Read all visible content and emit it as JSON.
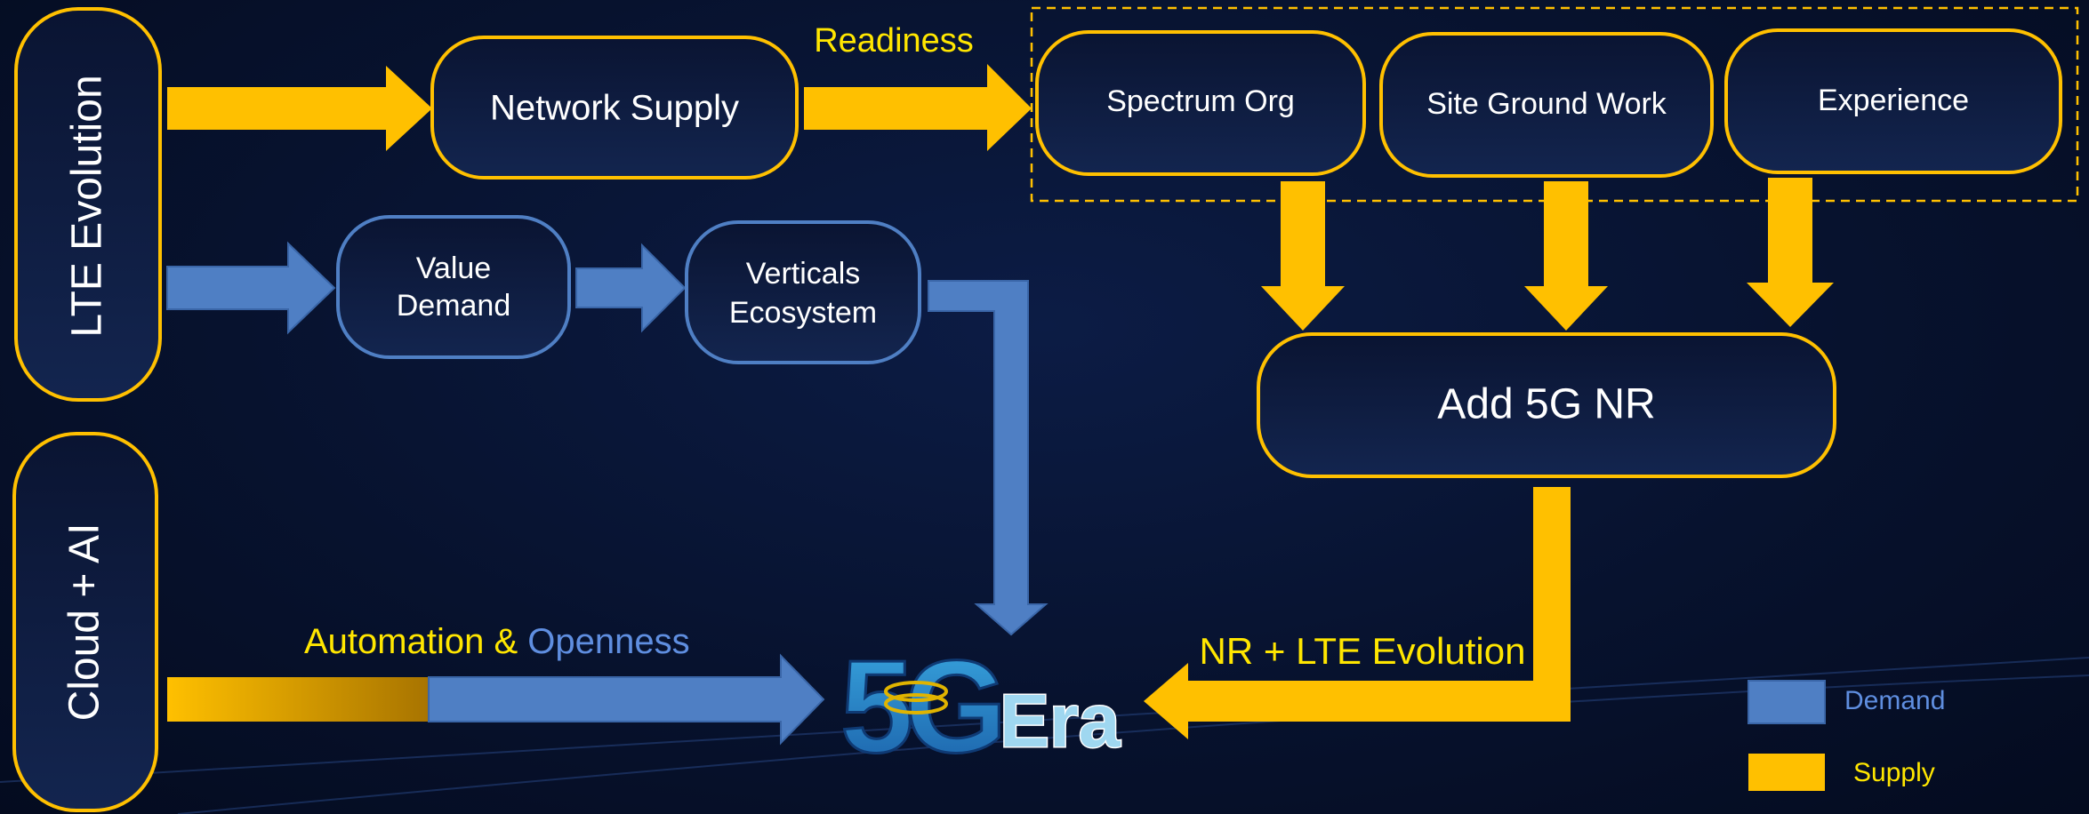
{
  "colors": {
    "supply": "#ffc000",
    "demand": "#4f7fc4",
    "box_fill": "#0a1840",
    "label_yellow": "#ffe600",
    "label_blue": "#5f8ee0"
  },
  "left_pillars": {
    "lte": "LTE Evolution",
    "cloud": "Cloud + AI"
  },
  "boxes": {
    "network_supply": "Network Supply",
    "value_demand_line1": "Value",
    "value_demand_line2": "Demand",
    "verticals_line1": "Verticals",
    "verticals_line2": "Ecosystem",
    "spectrum": "Spectrum Org",
    "site": "Site Ground Work",
    "experience": "Experience",
    "add_nr": "Add 5G NR"
  },
  "labels": {
    "readiness": "Readiness",
    "automation": "Automation & ",
    "openness": "Openness",
    "nr_lte": "NR + LTE Evolution"
  },
  "era": {
    "logo_text": "5G",
    "era_text": "Era"
  },
  "legend": {
    "demand": "Demand",
    "supply": "Supply"
  }
}
